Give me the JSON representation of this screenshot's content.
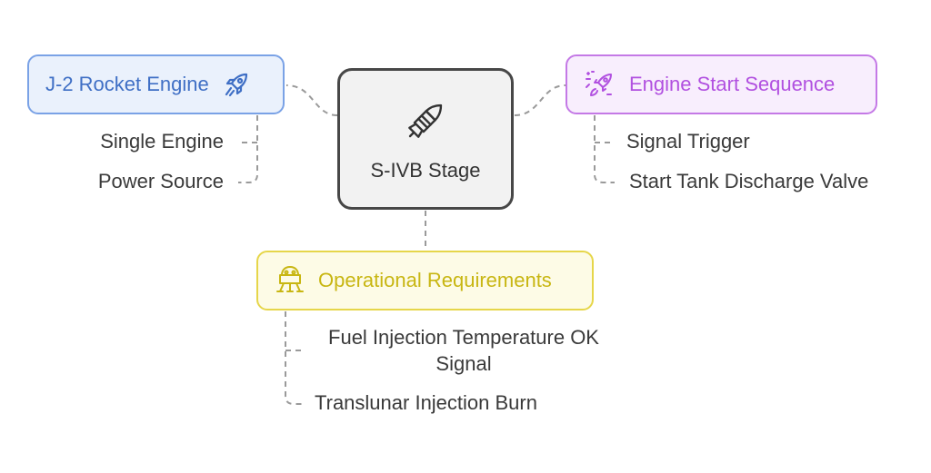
{
  "center": {
    "label": "S-IVB Stage",
    "icon": "rocket-capsule-icon"
  },
  "branches": {
    "j2": {
      "label": "J-2 Rocket Engine",
      "icon": "rocket-icon",
      "color": "#3f6fc5",
      "children": [
        "Single Engine",
        "Power Source"
      ]
    },
    "start": {
      "label": "Engine Start Sequence",
      "icon": "rocket-launch-icon",
      "color": "#b150e0",
      "children": [
        "Signal Trigger",
        "Start Tank Discharge Valve"
      ]
    },
    "ops": {
      "label": "Operational Requirements",
      "icon": "lunar-lander-icon",
      "color": "#c8b612",
      "children": [
        "Fuel Injection Temperature OK Signal",
        "Translunar Injection Burn"
      ]
    }
  }
}
